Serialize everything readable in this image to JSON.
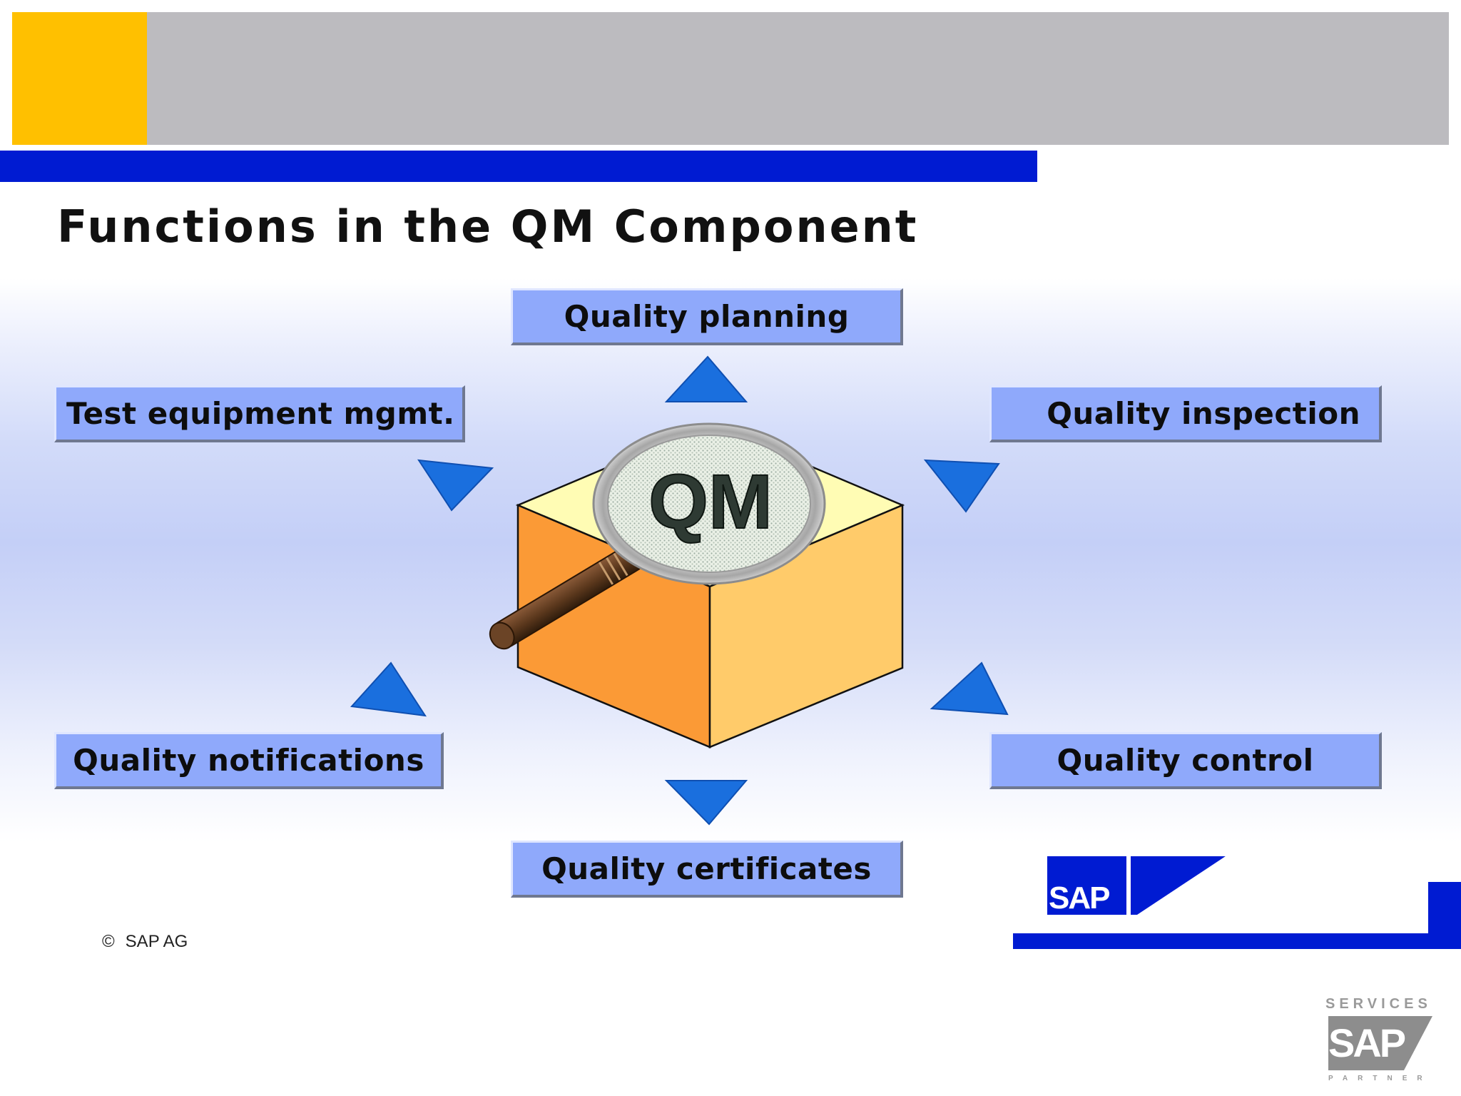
{
  "title": "Functions in the QM Component",
  "center_label": "QM",
  "functions": {
    "planning": "Quality planning",
    "test_equipment": "Test equipment mgmt.",
    "inspection": "Quality inspection",
    "notifications": "Quality notifications",
    "control": "Quality control",
    "certificates": "Quality certificates"
  },
  "footer": {
    "copyright": "SAP AG",
    "logo_text": "SAP"
  },
  "partner_badge": {
    "top": "SERVICES",
    "brand": "SAP",
    "bottom": "PARTNER"
  },
  "colors": {
    "header_yellow": "#ffc000",
    "header_gray": "#bcbbbf",
    "brand_blue": "#001bd2",
    "box_fill": "#8fa9fb",
    "arrow_blue": "#1a6fde",
    "cube_front": "#fb9a36",
    "cube_side": "#ffcb6a",
    "cube_top": "#fffcb4"
  }
}
